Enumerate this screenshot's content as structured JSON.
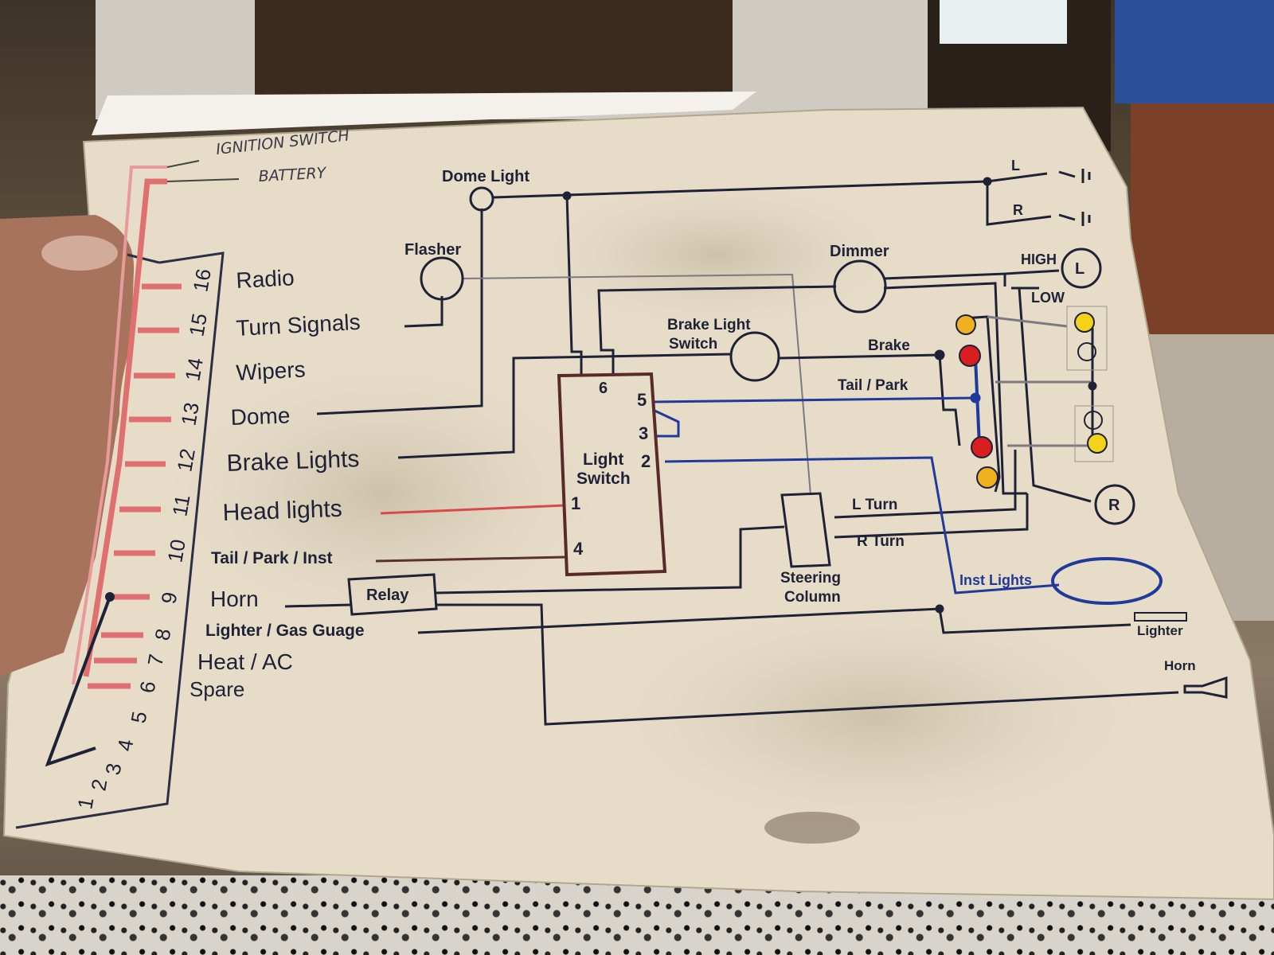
{
  "handwritten": {
    "ignition": "IGNITION SWITCH",
    "battery": "BATTERY"
  },
  "fuse_numbers": [
    "16",
    "15",
    "14",
    "13",
    "12",
    "11",
    "10",
    "9",
    "8",
    "7",
    "6",
    "5",
    "4",
    "3",
    "2",
    "1"
  ],
  "fuse_labels": {
    "radio": "Radio",
    "turn_signals": "Turn Signals",
    "wipers": "Wipers",
    "dome": "Dome",
    "brake_lights": "Brake Lights",
    "head_lights": "Head lights",
    "tail_park_inst": "Tail / Park / Inst",
    "horn": "Horn",
    "lighter_gas": "Lighter / Gas Guage",
    "heat_ac": "Heat / AC",
    "spare": "Spare"
  },
  "components": {
    "dome_light": "Dome Light",
    "flasher": "Flasher",
    "dimmer": "Dimmer",
    "brake_light_switch_1": "Brake Light",
    "brake_light_switch_2": "Switch",
    "light_switch_1": "Light",
    "light_switch_2": "Switch",
    "relay": "Relay",
    "steering_1": "Steering",
    "steering_2": "Column",
    "inst_lights": "Inst Lights",
    "lighter": "Lighter",
    "horn": "Horn"
  },
  "switch_pins": {
    "p6": "6",
    "p5": "5",
    "p3": "3",
    "p2": "2",
    "p1": "1",
    "p4": "4"
  },
  "wire_labels": {
    "high": "HIGH",
    "low": "LOW",
    "brake": "Brake",
    "tail_park": "Tail / Park",
    "l_turn": "L Turn",
    "r_turn": "R Turn",
    "door_l": "L",
    "door_r": "R",
    "lamp_l": "L",
    "lamp_r": "R"
  },
  "colors": {
    "paper": "#e6dcc8",
    "ink": "#1e2236",
    "blue_wire": "#1f3a9a",
    "red_wire": "#d84a4a",
    "fuse_red": "#e07070",
    "lamp_amber": "#f0b020",
    "lamp_red": "#d81e1e",
    "lamp_yellow": "#f4d21a"
  }
}
